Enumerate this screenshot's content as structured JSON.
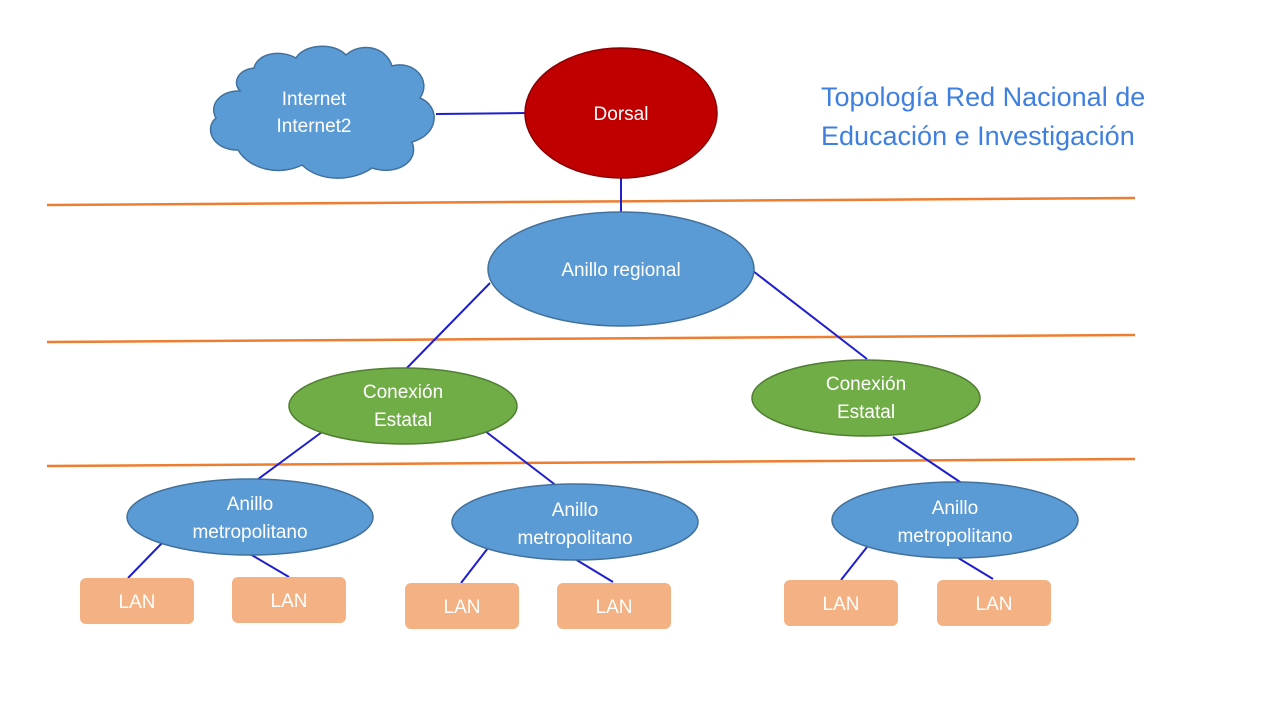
{
  "title": {
    "line1": "Topología Red Nacional de",
    "line2": "Educación e Investigación"
  },
  "nodes": {
    "cloud": {
      "line1": "Internet",
      "line2": "Internet2"
    },
    "dorsal": {
      "label": "Dorsal"
    },
    "regional": {
      "label": "Anillo regional"
    },
    "estatal_left": {
      "line1": "Conexión",
      "line2": "Estatal"
    },
    "estatal_right": {
      "line1": "Conexión",
      "line2": "Estatal"
    },
    "metro_1": {
      "line1": "Anillo",
      "line2": "metropolitano"
    },
    "metro_2": {
      "line1": "Anillo",
      "line2": "metropolitano"
    },
    "metro_3": {
      "line1": "Anillo",
      "line2": "metropolitano"
    },
    "lan_1": {
      "label": "LAN"
    },
    "lan_2": {
      "label": "LAN"
    },
    "lan_3": {
      "label": "LAN"
    },
    "lan_4": {
      "label": "LAN"
    },
    "lan_5": {
      "label": "LAN"
    },
    "lan_6": {
      "label": "LAN"
    }
  },
  "colors": {
    "cloud_fill": "#5b9bd5",
    "dorsal_fill": "#c00000",
    "ring_fill": "#5b9bd5",
    "estatal_fill": "#70ad47",
    "lan_fill": "#f4b183",
    "link_line": "#1f1fd0",
    "layer_line": "#ed7d31",
    "title": "#3f7fe0"
  }
}
